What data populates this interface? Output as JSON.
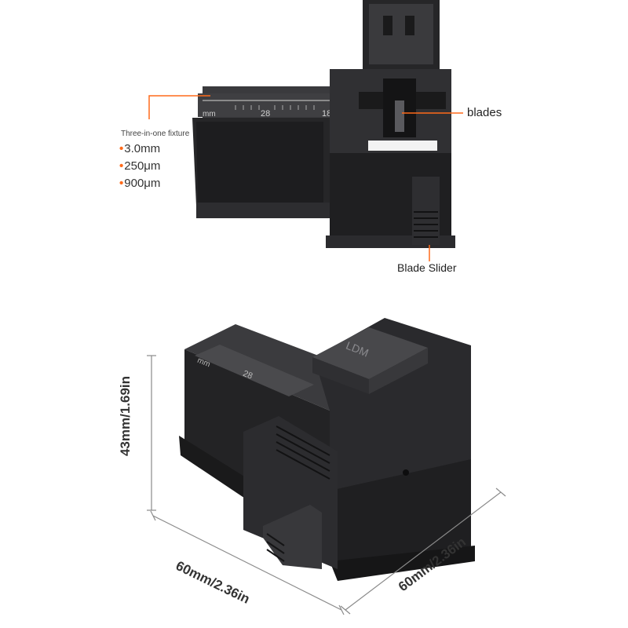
{
  "top_view": {
    "fixture_title": "Three-in-one fixture",
    "fixture_sizes": [
      "3.0mm",
      "250μm",
      "900μm"
    ],
    "blades_label": "blades",
    "blade_slider_label": "Blade Slider",
    "ruler_unit": "mm",
    "ruler_marks": [
      "28",
      "18"
    ]
  },
  "bottom_view": {
    "height_label": "43mm/1.69in",
    "width_label": "60mm/2.36in",
    "depth_label": "60mm/2.36in",
    "lid_text": "LDM",
    "ruler_unit": "mm",
    "ruler_mark": "28"
  },
  "colors": {
    "accent": "#ff6a1a",
    "body": "#2a2a2c",
    "body_dark": "#161617",
    "body_light": "#454548"
  }
}
